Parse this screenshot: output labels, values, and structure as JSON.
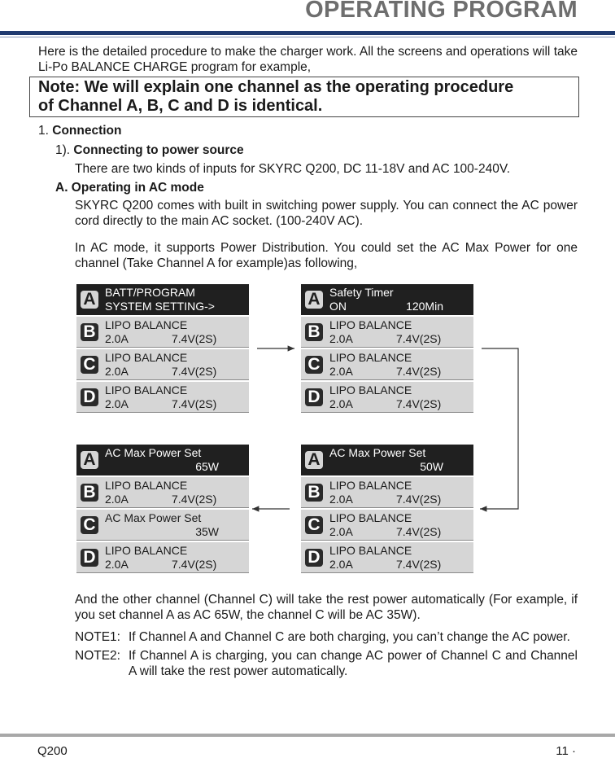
{
  "header": {
    "title": "OPERATING PROGRAM"
  },
  "intro": "Here is the detailed procedure to make the charger work. All the screens and operations will take Li-Po BALANCE CHARGE program for example,",
  "note": {
    "line1": "Note: We will explain one channel as the operating procedure",
    "line2": "of Channel A, B, C and D is identical."
  },
  "section1": {
    "number": "1.",
    "title": "Connection"
  },
  "subsection1": {
    "number": "1).",
    "title": "Connecting to power source"
  },
  "inputs_text": "There are two kinds of inputs for SKYRC Q200, DC 11-18V and AC 100-240V.",
  "ac_heading": "A. Operating in AC mode",
  "ac_para1": "SKYRC Q200 comes with built in switching power supply. You can connect the AC power cord directly to the main AC socket. (100-240V AC).",
  "ac_para2": "In AC mode, it supports Power Distribution. You could set the AC Max Power for one channel (Take Channel A for example)as following,",
  "screens": {
    "s1": {
      "a": {
        "badge": "A",
        "line1": "BATT/PROGRAM",
        "line2": "SYSTEM SETTING->"
      },
      "b": {
        "badge": "B",
        "line1": "LIPO BALANCE",
        "current": "2.0A",
        "voltage": "7.4V(2S)"
      },
      "c": {
        "badge": "C",
        "line1": "LIPO BALANCE",
        "current": "2.0A",
        "voltage": "7.4V(2S)"
      },
      "d": {
        "badge": "D",
        "line1": "LIPO BALANCE",
        "current": "2.0A",
        "voltage": "7.4V(2S)"
      }
    },
    "s2": {
      "a": {
        "badge": "A",
        "line1": "Safety Timer",
        "status": "ON",
        "value": "120Min"
      },
      "b": {
        "badge": "B",
        "line1": "LIPO BALANCE",
        "current": "2.0A",
        "voltage": "7.4V(2S)"
      },
      "c": {
        "badge": "C",
        "line1": "LIPO BALANCE",
        "current": "2.0A",
        "voltage": "7.4V(2S)"
      },
      "d": {
        "badge": "D",
        "line1": "LIPO BALANCE",
        "current": "2.0A",
        "voltage": "7.4V(2S)"
      }
    },
    "s3": {
      "a": {
        "badge": "A",
        "line1": "AC Max Power Set",
        "value": "50W"
      },
      "b": {
        "badge": "B",
        "line1": "LIPO BALANCE",
        "current": "2.0A",
        "voltage": "7.4V(2S)"
      },
      "c": {
        "badge": "C",
        "line1": "LIPO BALANCE",
        "current": "2.0A",
        "voltage": "7.4V(2S)"
      },
      "d": {
        "badge": "D",
        "line1": "LIPO BALANCE",
        "current": "2.0A",
        "voltage": "7.4V(2S)"
      }
    },
    "s4": {
      "a": {
        "badge": "A",
        "line1": "AC Max Power Set",
        "value": "65W"
      },
      "b": {
        "badge": "B",
        "line1": "LIPO BALANCE",
        "current": "2.0A",
        "voltage": "7.4V(2S)"
      },
      "c": {
        "badge": "C",
        "line1": "AC Max Power Set",
        "value": "35W"
      },
      "d": {
        "badge": "D",
        "line1": "LIPO BALANCE",
        "current": "2.0A",
        "voltage": "7.4V(2S)"
      }
    }
  },
  "after_para": "And the other channel (Channel C) will take the rest power automatically (For example, if you set channel A as AC 65W, the channel C will be AC 35W).",
  "notes": [
    {
      "label": "NOTE1:",
      "text": "If Channel A and Channel C are both charging, you can’t change the AC power."
    },
    {
      "label": "NOTE2:",
      "text": "If Channel A is charging, you can change AC power of Channel C and Channel A will take the rest power automatically."
    }
  ],
  "footer": {
    "model": "Q200",
    "page": "11 ·"
  }
}
